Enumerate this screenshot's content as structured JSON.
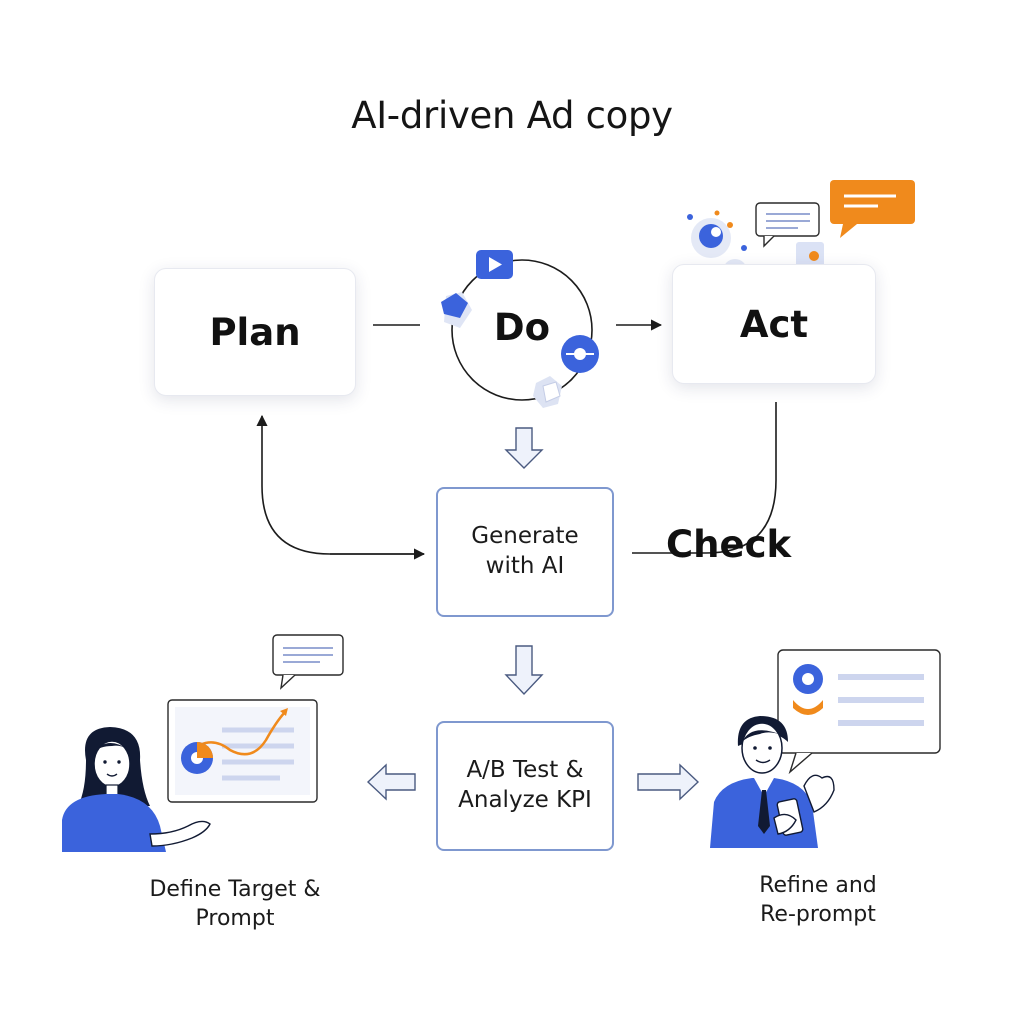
{
  "title": "AI-driven Ad copy",
  "cycle": {
    "plan": "Plan",
    "do": "Do",
    "act": "Act",
    "check": "Check"
  },
  "steps": {
    "generate": "Generate\nwith AI",
    "ab_test": "A/B Test &\nAnalyze KPI"
  },
  "captions": {
    "define": "Define Target &\nPrompt",
    "refine": "Refine and\nRe-prompt"
  },
  "colors": {
    "accent_blue": "#3b63dc",
    "accent_orange": "#f08a1c",
    "box_border": "#7f98cf",
    "light_blue": "#e9eefb"
  },
  "icons": [
    "play-icon",
    "cube-icon",
    "disc-icon",
    "chat-bubble-icon",
    "woman-illustration",
    "man-illustration",
    "line-chart-icon"
  ]
}
